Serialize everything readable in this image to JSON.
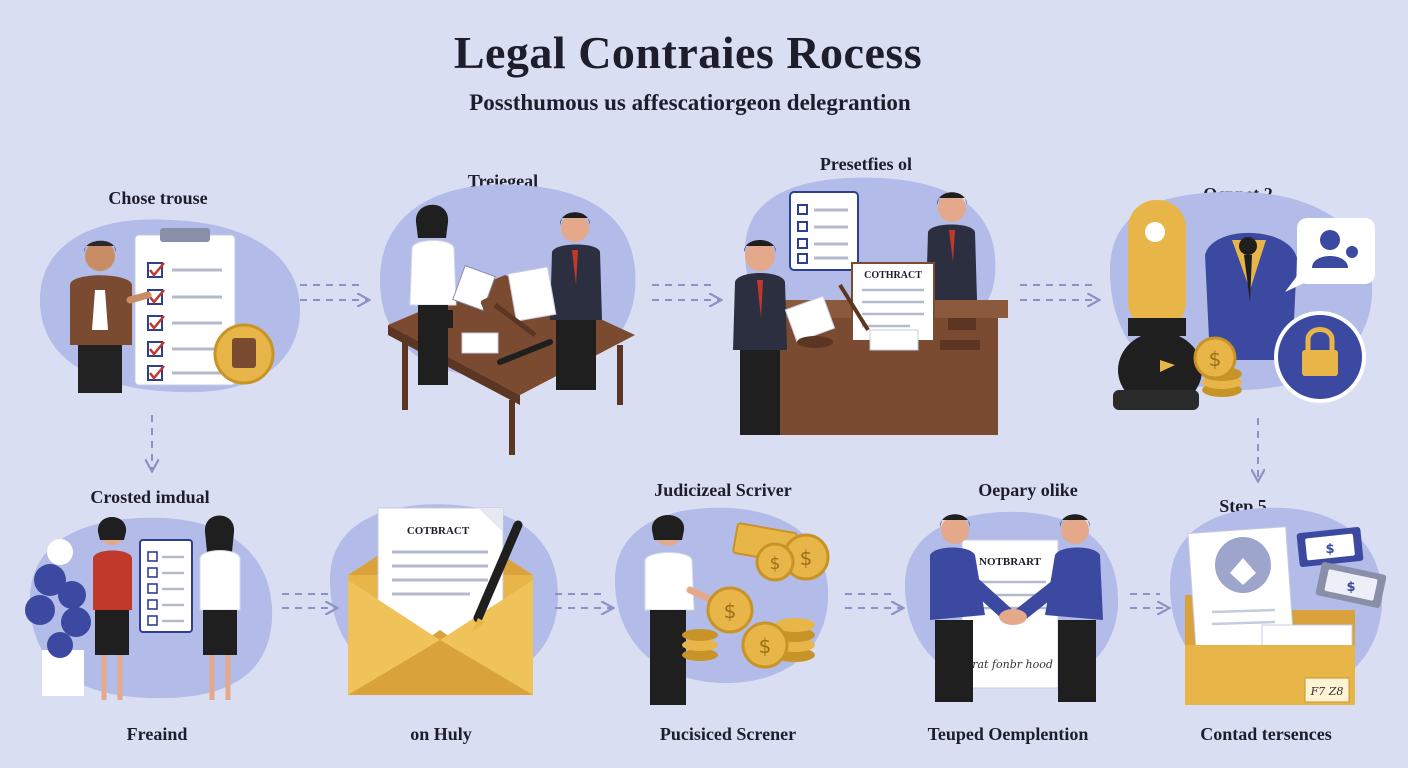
{
  "header": {
    "title": "Legal Contraies Rocess",
    "subtitle": "Possthumous us affescatiorgeon delegrantion"
  },
  "steps_top": [
    {
      "label": "Chose trouse"
    },
    {
      "label": "Treiegeal"
    },
    {
      "label": "Presetfies ol"
    },
    {
      "label": "Ocppet 2"
    }
  ],
  "steps_bottom": [
    {
      "label": "Crosted imdual",
      "caption": "Freaind"
    },
    {
      "label": "",
      "caption": "on Huly"
    },
    {
      "label": "Judicizeal Scriver",
      "caption": "Pucisiced Screner"
    },
    {
      "label": "Oepary olike",
      "caption": "Teuped Oemplention"
    },
    {
      "label": "Step 5",
      "caption": "Contad tersences"
    }
  ],
  "documents": {
    "contract_top": "COTHRACT",
    "contract_envelope": "COTBRACT",
    "notary": "NOTBRART",
    "signature": "Corat fonbr hood",
    "folder_tag": "F7 Z8"
  },
  "colors": {
    "background": "#d9def3",
    "blob": "#b3bbe8",
    "arrow": "#8c93c4",
    "gold": "#e8b648",
    "navy": "#3b4aa0",
    "wood": "#7a4a31"
  },
  "icons": [
    "checklist-icon",
    "gavel-icon",
    "coin-icon",
    "envelope-icon",
    "handshake-icon",
    "folder-icon",
    "money-icon",
    "lock-icon",
    "user-chat-icon"
  ]
}
